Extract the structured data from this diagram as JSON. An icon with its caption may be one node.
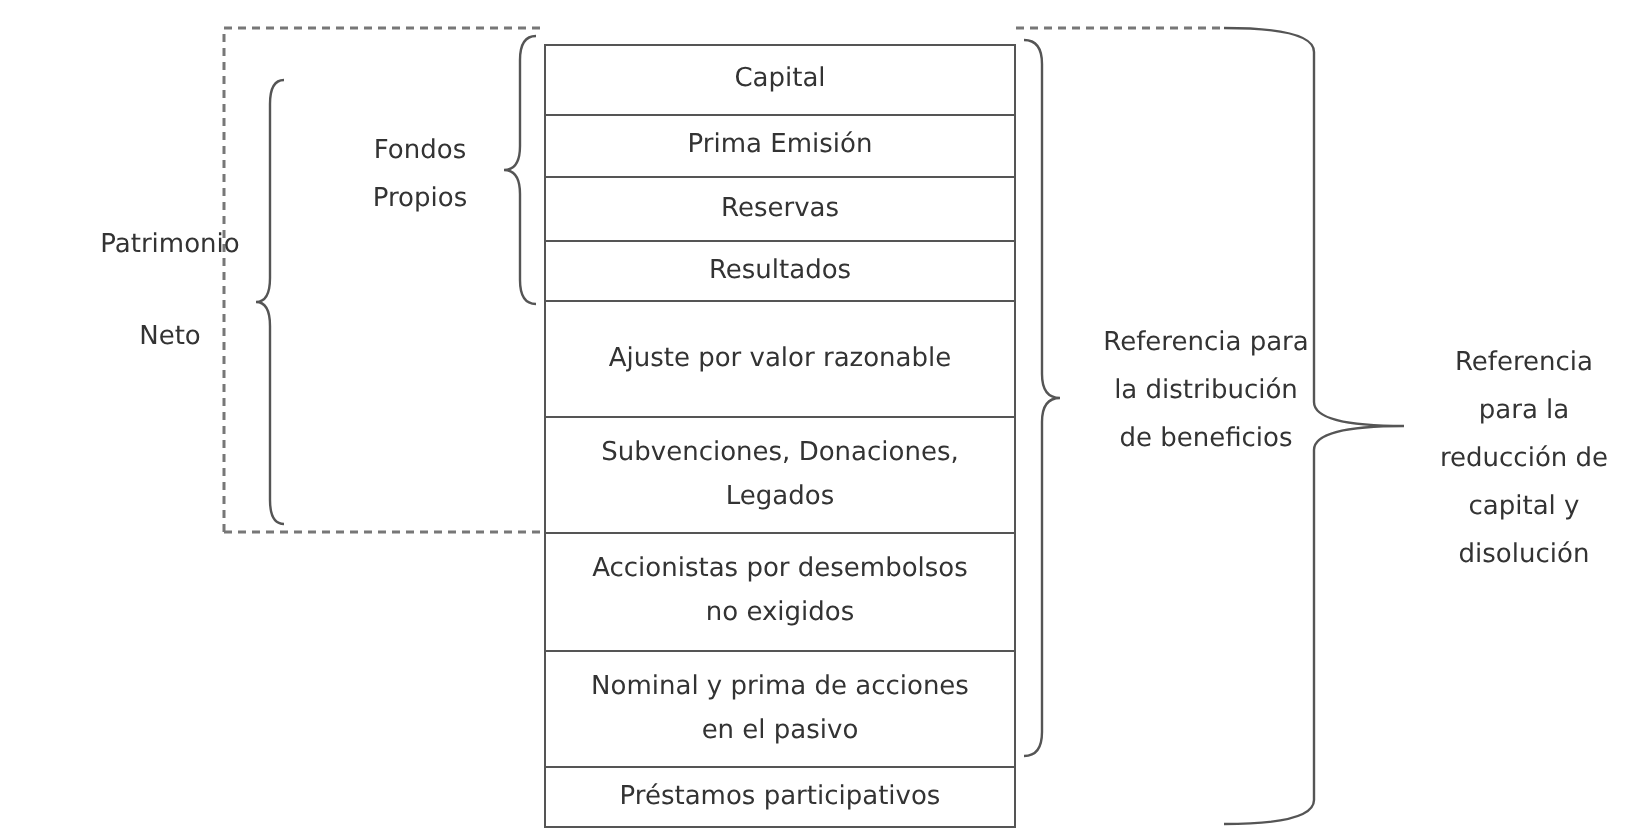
{
  "diagram": {
    "nodes": [
      {
        "text": [
          "Capital"
        ]
      },
      {
        "text": [
          "Prima Emisión"
        ]
      },
      {
        "text": [
          "Reservas"
        ]
      },
      {
        "text": [
          "Resultados"
        ]
      },
      {
        "text": [
          "Ajuste por valor razonable"
        ]
      },
      {
        "text": [
          "Subvenciones, Donaciones, Legados"
        ]
      },
      {
        "text": [
          "Accionistas por desembolsos no exigidos"
        ]
      },
      {
        "text": [
          "Nominal y prima de acciones en el pasivo"
        ]
      },
      {
        "text": [
          "Préstamos participativos"
        ]
      }
    ],
    "edges": [],
    "labels": [
      "Patrimonio Neto",
      "Fondos Propios",
      "Referencia para la distribución de beneficios",
      "Referencia para la reducción de capital y disolución"
    ]
  }
}
